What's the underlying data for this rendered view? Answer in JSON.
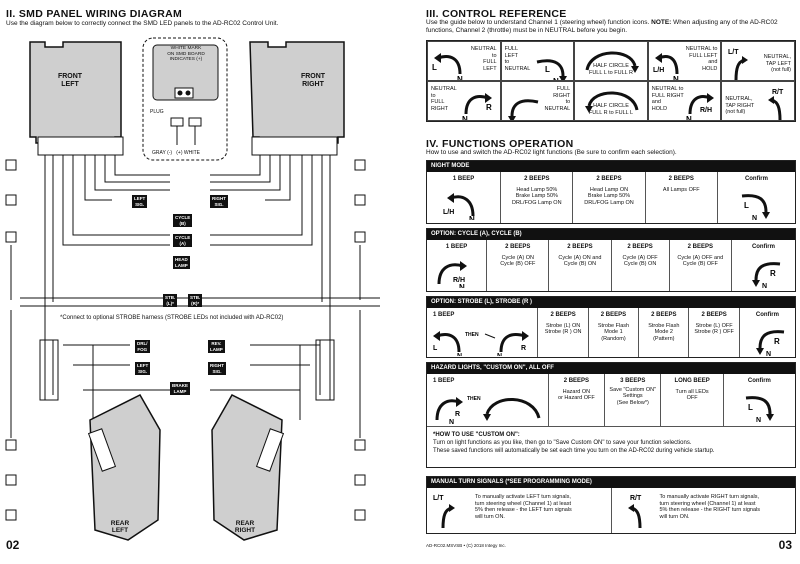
{
  "left": {
    "title": "II. SMD PANEL WIRING DIAGRAM",
    "intro": "Use the diagram below to correctly connect the SMD LED panels to the AD-RC02 Control Unit.",
    "front_left": "FRONT\nLEFT",
    "front_right": "FRONT\nRIGHT",
    "rear_left": "REAR\nLEFT",
    "rear_right": "REAR\nRIGHT",
    "inset_note": "WHITE MARK\nON SMD BOARD\nINDICATES (+)",
    "plug": "PLUG",
    "plug_wires": "GRAY (-)   (+) WHITE",
    "labels": {
      "left_sig": "LEFT\nSIG.",
      "right_sig": "RIGHT\nSIG.",
      "cycle_b": "CYCLE\n(B)",
      "cycle_a": "CYCLE\n(A)",
      "head_lamp": "HEAD\nLAMP",
      "stb_l": "STB.\n(L)*",
      "stb_r": "STB.\n(R)*",
      "drl_fog": "DRL/\nFOG",
      "rev_lamp": "REV.\nLAMP",
      "left_sig2": "LEFT\nSIG.",
      "right_sig2": "RIGHT\nSIG.",
      "brake_lamp": "BRAKE\nLAMP"
    },
    "strobe_note": "*Connect to optional STROBE harness (STROBE LEDs not included with AD-RC02)",
    "page_number": "02"
  },
  "right": {
    "title3": "III. CONTROL REFERENCE",
    "intro3a": "Use the guide below to understand Channel 1 (steering wheel) function icons.",
    "intro3_note": "NOTE:",
    "intro3b": " When adjusting any of the AD-RC02 functions, Channel 2 (throttle) must be in NEUTRAL before you begin.",
    "control": [
      {
        "text": "NEUTRAL\nto\nFULL\nLEFT",
        "icons": "L N"
      },
      {
        "text": "FULL\nLEFT\nto\nNEUTRAL",
        "icons": "L N"
      },
      {
        "text": "HALF CIRCLE\nFULL L to FULL R",
        "icons": ""
      },
      {
        "text": "NEUTRAL to\nFULL LEFT\nand\nHOLD",
        "icons": "L/H N"
      },
      {
        "text": "NEUTRAL,\nTAP LEFT\n(not full)",
        "icons": "L/T"
      },
      {
        "text": "NEUTRAL\nto\nFULL\nRIGHT",
        "icons": "R N"
      },
      {
        "text": "FULL\nRIGHT\nto\nNEUTRAL",
        "icons": "R N"
      },
      {
        "text": "HALF CIRCLE\nFULL R to FULL L",
        "icons": ""
      },
      {
        "text": "NEUTRAL to\nFULL RIGHT\nand\nHOLD",
        "icons": "R/H N"
      },
      {
        "text": "NEUTRAL,\nTAP RIGHT\n(not full)",
        "icons": "R/T"
      }
    ],
    "title4": "IV. FUNCTIONS OPERATION",
    "intro4": "How to use and switch the AD-RC02 light functions (Be sure to confirm each selection).",
    "night": {
      "bar": "NIGHT MODE",
      "c1": "1 BEEP",
      "c2h": "2 BEEPS",
      "c2": "Head Lamp 50%\nBrake Lamp 50%\nDRL/FOG Lamp ON",
      "c3h": "2 BEEPS",
      "c3": "Head Lamp ON\nBrake Lamp 50%\nDRL/FOG Lamp ON",
      "c4h": "2 BEEPS",
      "c4": "All Lamps OFF",
      "c5": "Confirm"
    },
    "cycle": {
      "bar": "OPTION: CYCLE (A), CYCLE (B)",
      "c1": "1 BEEP",
      "c2h": "2 BEEPS",
      "c2": "Cycle (A) ON\nCycle (B) OFF",
      "c3h": "2 BEEPS",
      "c3": "Cycle (A) ON and\nCycle (B) ON",
      "c4h": "2 BEEPS",
      "c4": "Cycle (A) OFF\nCycle (B) ON",
      "c5h": "2 BEEPS",
      "c5": "Cycle (A) OFF and\nCycle (B) OFF",
      "c6": "Confirm"
    },
    "strobe": {
      "bar": "OPTION: STROBE (L), STROBE (R )",
      "c1": "1 BEEP",
      "then": "THEN",
      "c2h": "2 BEEPS",
      "c2": "Strobe (L) ON\nStrobe (R ) ON",
      "c3h": "2 BEEPS",
      "c3": "Strobe Flash\nMode 1\n(Random)",
      "c4h": "2 BEEPS",
      "c4": "Strobe Flash\nMode 2\n(Pattern)",
      "c5h": "2 BEEPS",
      "c5": "Strobe (L) OFF\nStrobe (R ) OFF",
      "c6": "Confirm"
    },
    "hazard": {
      "bar": "HAZARD LIGHTS, \"CUSTOM ON\", ALL OFF",
      "c1": "1 BEEP",
      "then": "THEN",
      "c2h": "2 BEEPS",
      "c2": "Hazard ON\nor Hazard OFF",
      "c3h": "3 BEEPS",
      "c3": "Save \"Custom ON\"\nSettings\n(See Below*)",
      "c4h": "LONG BEEP",
      "c4": "Turn all LEDs\nOFF",
      "c5": "Confirm",
      "howto_title": "*HOW TO USE \"CUSTOM ON\":",
      "howto1": "Turn on light functions as you like, then go to \"Save Custom ON\" to save your function selections.",
      "howto2": "These saved functions will automatically be set each time you turn on the AD-RC02 during vehicle startup."
    },
    "manual": {
      "bar": "MANUAL TURN SIGNALS (*SEE PROGRAMMING MODE)",
      "left": "To manually activate LEFT turn signals,\nturn steering wheel (Channel 1) at least\n5% then release - the LEFT turn signals\nwill turn ON.",
      "right": "To manually activate RIGHT turn signals,\nturn steering wheel (Channel 1) at least\n5% then release - the RIGHT turn signals\nwill turn ON."
    },
    "footer": "AD-RC02.MSVSB • (C) 2018 Integy Inc.",
    "page_number": "03"
  }
}
